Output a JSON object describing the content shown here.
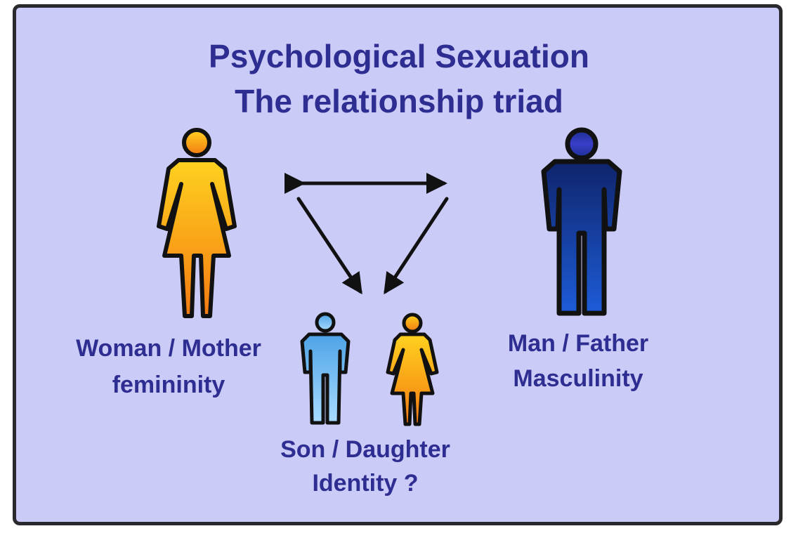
{
  "title": {
    "line1": "Psychological Sexuation",
    "line2": "The relationship triad"
  },
  "figures": {
    "woman": {
      "line1": "Woman / Mother",
      "line2": "femininity"
    },
    "man": {
      "line1": "Man / Father",
      "line2": "Masculinity"
    },
    "children": {
      "line1": "Son / Daughter",
      "line2": "Identity ?"
    }
  },
  "colors": {
    "background": "#cbcbf7",
    "text": "#2e2d91",
    "female_top": "#ffd21f",
    "female_bottom": "#f47a12",
    "male_top": "#0f246b",
    "male_bottom": "#1d5cd8",
    "son_top": "#4ea3e6",
    "son_bottom": "#a8dcff"
  }
}
